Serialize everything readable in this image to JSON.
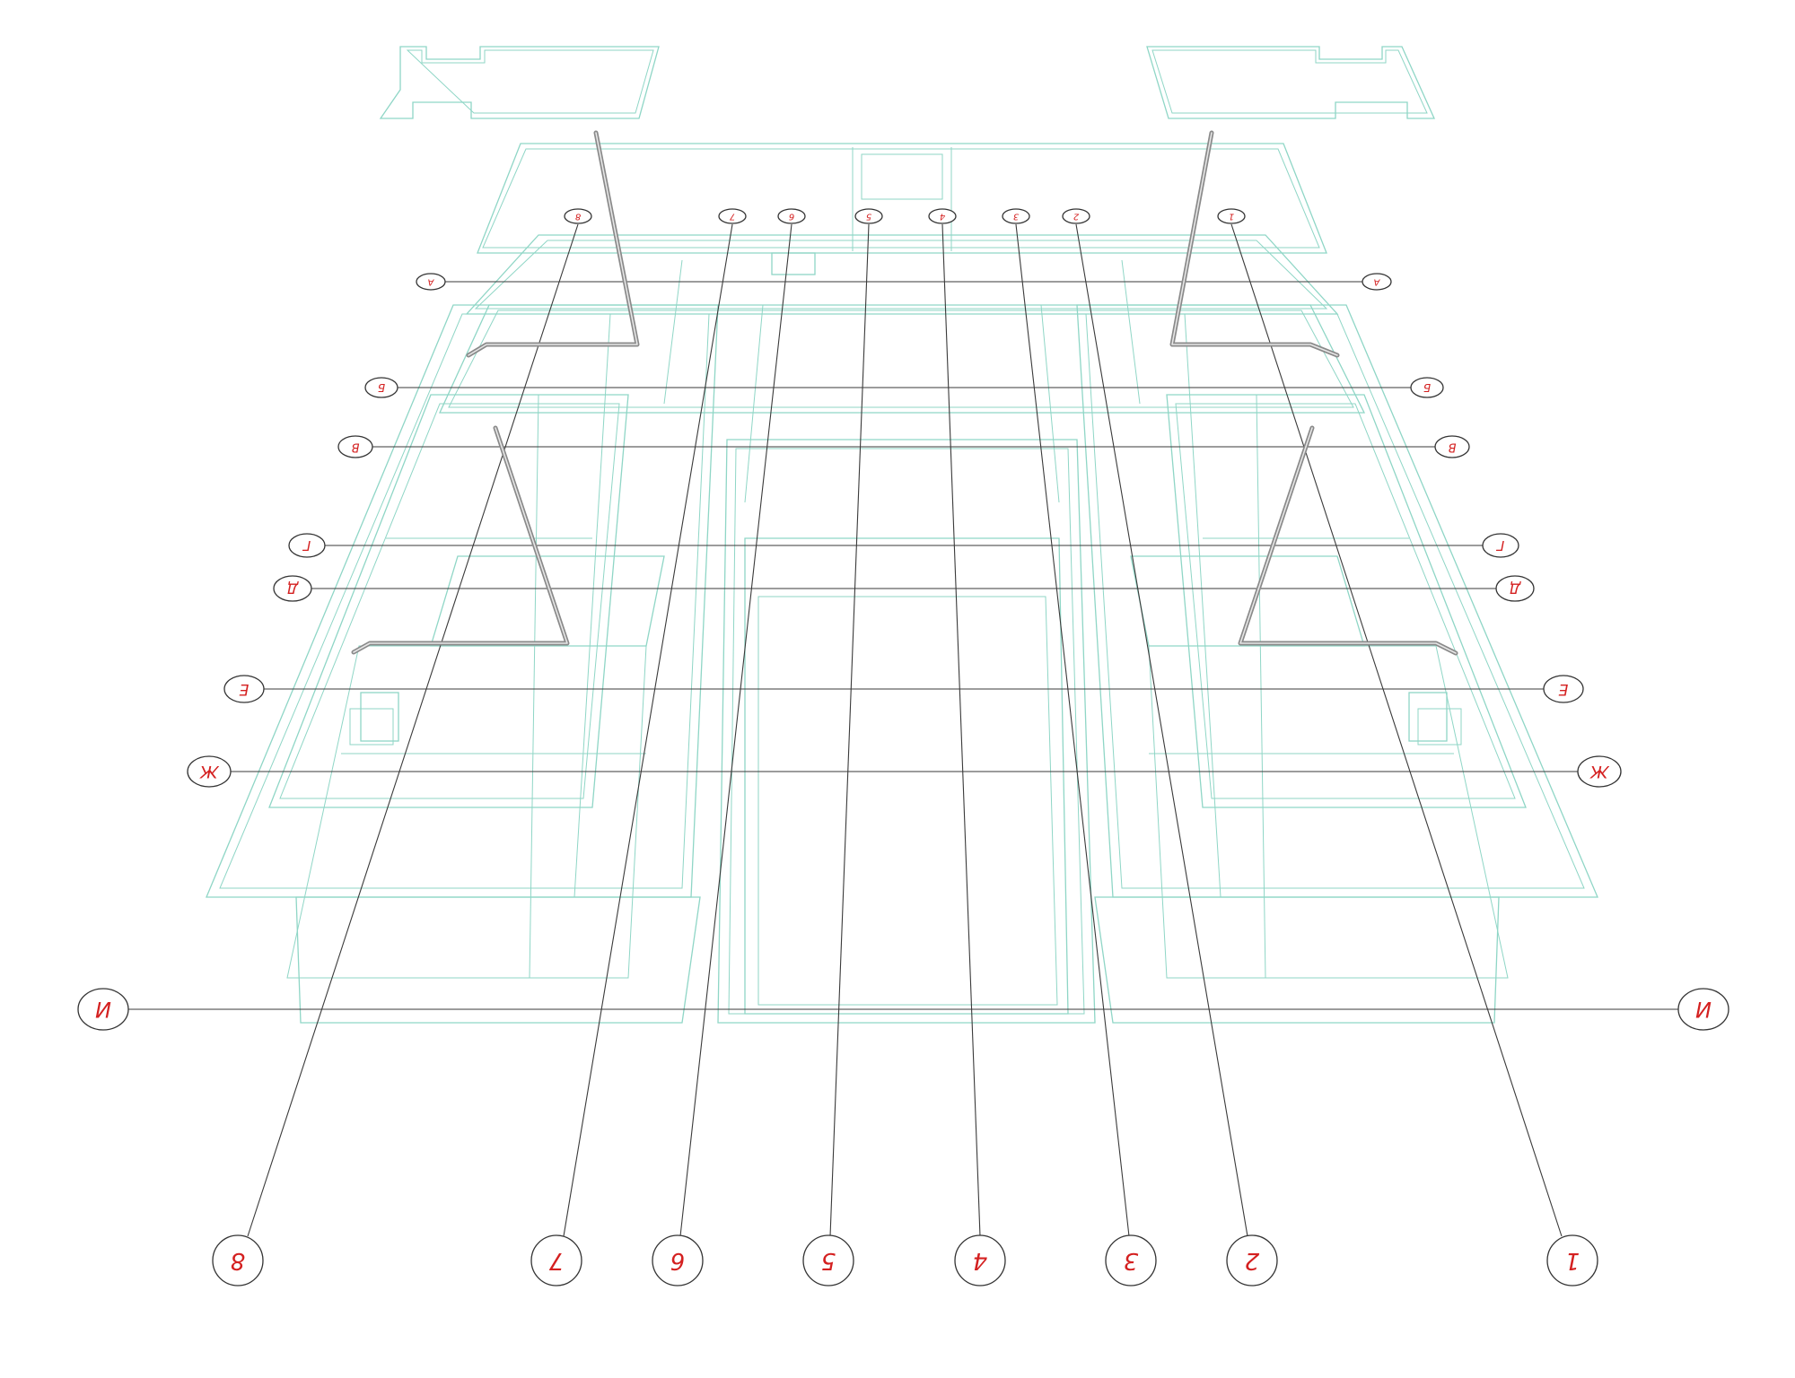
{
  "diagram": {
    "colors": {
      "wireframe": "#8fd6c6",
      "axis_line": "#3a3a3a",
      "label_text": "#d42020",
      "rod": "#8a8a8a"
    },
    "column_axes": [
      {
        "id": "1",
        "label": "1"
      },
      {
        "id": "2",
        "label": "2"
      },
      {
        "id": "3",
        "label": "3"
      },
      {
        "id": "4",
        "label": "4"
      },
      {
        "id": "5",
        "label": "5"
      },
      {
        "id": "6",
        "label": "6"
      },
      {
        "id": "7",
        "label": "7"
      },
      {
        "id": "8",
        "label": "8"
      }
    ],
    "row_axes": [
      {
        "id": "a",
        "label": "А"
      },
      {
        "id": "b",
        "label": "Б"
      },
      {
        "id": "v",
        "label": "В"
      },
      {
        "id": "g",
        "label": "Г"
      },
      {
        "id": "d",
        "label": "Д"
      },
      {
        "id": "e",
        "label": "Е"
      },
      {
        "id": "zh",
        "label": "Ж"
      },
      {
        "id": "i",
        "label": "И"
      }
    ]
  }
}
